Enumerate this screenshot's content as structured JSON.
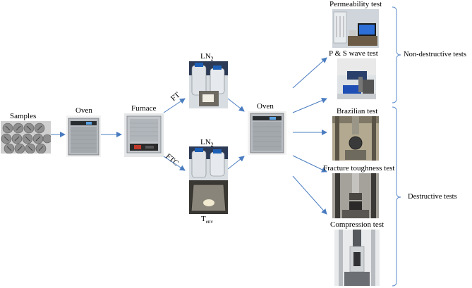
{
  "labels": {
    "samples": "Samples",
    "oven1": "Oven",
    "furnace": "Furnace",
    "ln2_top": "LN",
    "ln2_top_sub": "2",
    "ln2_bottom": "LN",
    "ln2_bottom_sub": "2",
    "ft": "FT",
    "ftc": "FTC",
    "tenv": "T",
    "tenv_sub": "env",
    "oven2": "Oven",
    "permeability": "Permeability test",
    "pswave": "P & S wave test",
    "brazilian": "Brazilian test",
    "fracture": "Fracture toughness test",
    "compression": "Compression test",
    "non_destructive": "Non-destructive tests",
    "destructive": "Destructive tests"
  },
  "colors": {
    "arrow": "#4a7cc0",
    "bracket": "#5b8ac9"
  }
}
